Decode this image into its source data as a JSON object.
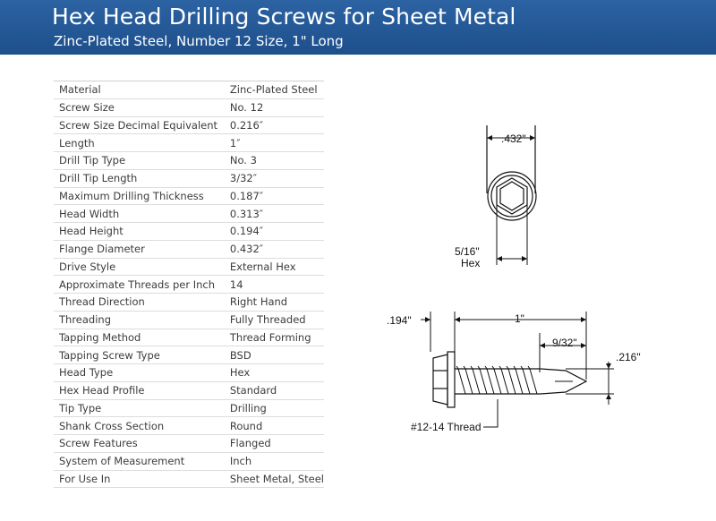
{
  "header": {
    "title": "Hex Head Drilling Screws for Sheet Metal",
    "subtitle": "Zinc-Plated Steel, Number 12 Size, 1\" Long"
  },
  "specs": [
    {
      "label": "Material",
      "value": "Zinc-Plated Steel"
    },
    {
      "label": "Screw Size",
      "value": "No. 12"
    },
    {
      "label": "Screw Size Decimal Equivalent",
      "value": "0.216″"
    },
    {
      "label": "Length",
      "value": "1″"
    },
    {
      "label": "Drill Tip Type",
      "value": "No. 3"
    },
    {
      "label": "Drill Tip Length",
      "value": "3/32″"
    },
    {
      "label": "Maximum Drilling Thickness",
      "value": "0.187″"
    },
    {
      "label": "Head Width",
      "value": "0.313″"
    },
    {
      "label": "Head Height",
      "value": "0.194″"
    },
    {
      "label": "Flange Diameter",
      "value": "0.432″"
    },
    {
      "label": "Drive Style",
      "value": "External Hex"
    },
    {
      "label": "Approximate Threads per Inch",
      "value": "14"
    },
    {
      "label": "Thread Direction",
      "value": "Right Hand"
    },
    {
      "label": "Threading",
      "value": "Fully Threaded"
    },
    {
      "label": "Tapping Method",
      "value": "Thread Forming"
    },
    {
      "label": "Tapping Screw Type",
      "value": "BSD"
    },
    {
      "label": "Head Type",
      "value": "Hex"
    },
    {
      "label": "Hex Head Profile",
      "value": "Standard"
    },
    {
      "label": "Tip Type",
      "value": "Drilling"
    },
    {
      "label": "Shank Cross Section",
      "value": "Round"
    },
    {
      "label": "Screw Features",
      "value": "Flanged"
    },
    {
      "label": "System of Measurement",
      "value": "Inch"
    },
    {
      "label": "For Use In",
      "value": "Sheet Metal, Steel"
    }
  ],
  "drawing": {
    "flange_dim": ".432\"",
    "hex_dim_line1": "5/16\"",
    "hex_dim_line2": "Hex",
    "head_height_dim": ".194\"",
    "length_dim": "1\"",
    "tip_dim": "9/32\"",
    "diameter_dim": ".216\"",
    "thread_label": "#12-14 Thread"
  }
}
